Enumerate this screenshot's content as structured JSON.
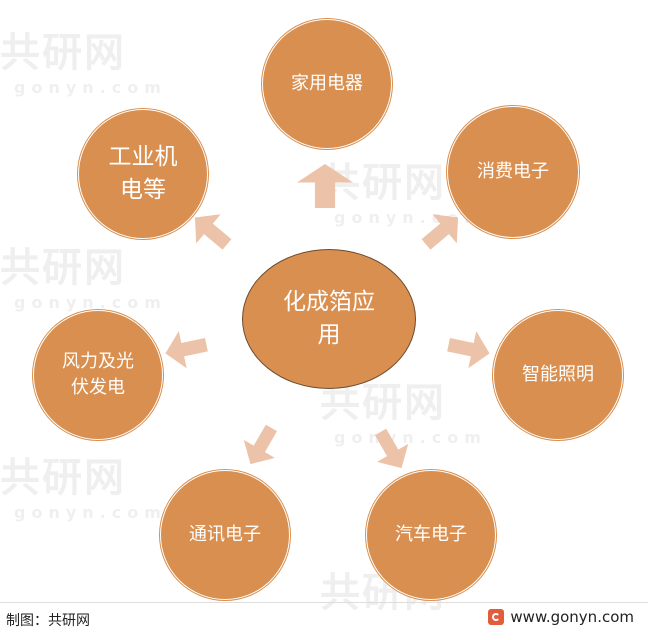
{
  "center": {
    "label": "化成箔应\n用"
  },
  "nodes": [
    {
      "label": "家用电器"
    },
    {
      "label": "消费电子"
    },
    {
      "label": "智能照明"
    },
    {
      "label": "汽车电子"
    },
    {
      "label": "通讯电子"
    },
    {
      "label": "风力及光\n伏发电"
    },
    {
      "label": "工业机\n电等"
    }
  ],
  "footer": {
    "source": "制图：共研网",
    "website": "www.gonyn.com"
  },
  "watermark": {
    "text": "共研网",
    "sub": "gonyn.com"
  },
  "colors": {
    "node": "#d98f4f",
    "arrow": "#ecc2a9",
    "center_border": "#6b4a2e"
  }
}
